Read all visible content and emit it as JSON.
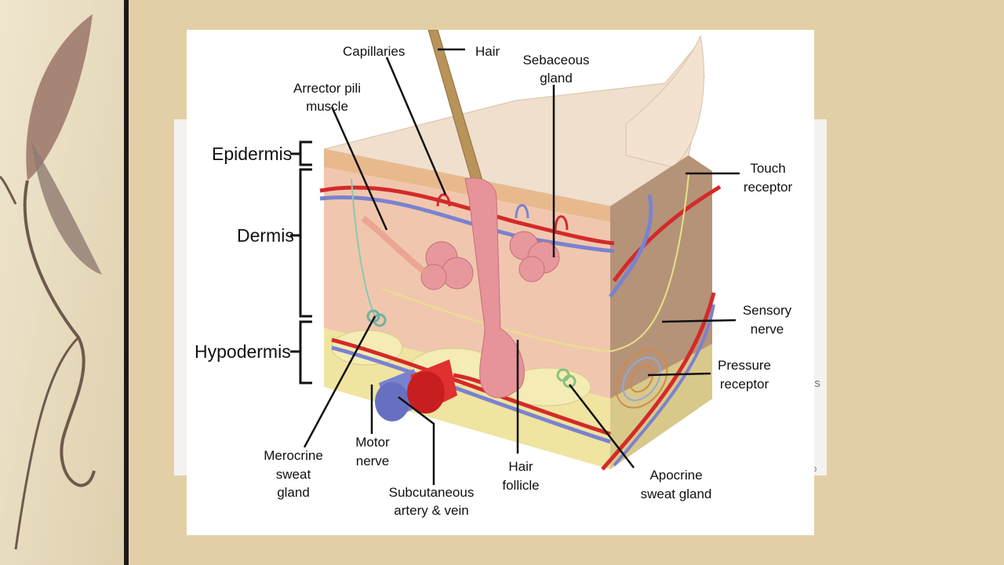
{
  "diagram": {
    "layers": {
      "epidermis": "Epidermis",
      "dermis": "Dermis",
      "hypodermis": "Hypodermis"
    },
    "labels": {
      "capillaries": "Capillaries",
      "hair": "Hair",
      "sebaceous_1": "Sebaceous",
      "sebaceous_2": "gland",
      "arrector_1": "Arrector pili",
      "arrector_2": "muscle",
      "touch_1": "Touch",
      "touch_2": "receptor",
      "sensory_1": "Sensory",
      "sensory_2": "nerve",
      "pressure_1": "Pressure",
      "pressure_2": "receptor",
      "merocrine_1": "Merocrine",
      "merocrine_2": "sweat",
      "merocrine_3": "gland",
      "motor_1": "Motor",
      "motor_2": "nerve",
      "subcut_1": "Subcutaneous",
      "subcut_2": "artery & vein",
      "follicle_1": "Hair",
      "follicle_2": "follicle",
      "apocrine_1": "Apocrine",
      "apocrine_2": "sweat gland"
    },
    "back_fragments": {
      "frag_1": "us",
      "frag_2": "nfo"
    },
    "colors": {
      "artery": "#d42a2a",
      "vein": "#7a82d0",
      "nerve": "#e8e08a",
      "tissue": "#f0c7ae",
      "fat": "#efe4a0",
      "follicle": "#e6939a",
      "hair": "#b8935a"
    }
  }
}
